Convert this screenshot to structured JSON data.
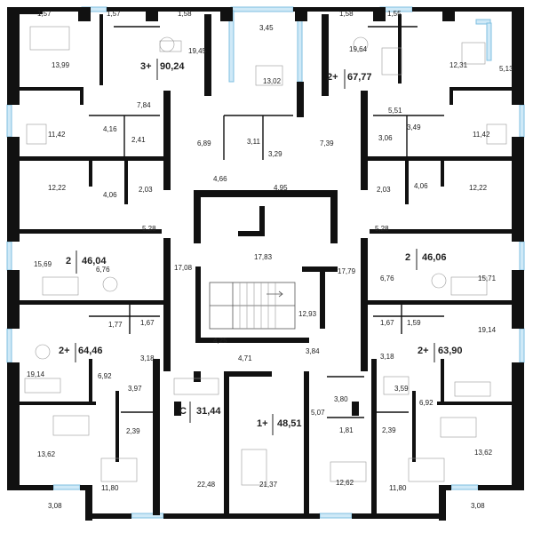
{
  "apartments": [
    {
      "id": "apt-top-left",
      "rooms": "3+",
      "total": "90,24"
    },
    {
      "id": "apt-top-right",
      "rooms": "2+",
      "total": "67,77"
    },
    {
      "id": "apt-mid-left",
      "rooms": "2",
      "total": "46,04"
    },
    {
      "id": "apt-mid-right",
      "rooms": "2",
      "total": "46,06"
    },
    {
      "id": "apt-low-left",
      "rooms": "2+",
      "total": "64,46"
    },
    {
      "id": "apt-low-right",
      "rooms": "2+",
      "total": "63,90"
    },
    {
      "id": "apt-studio",
      "rooms": "С",
      "total": "31,44"
    },
    {
      "id": "apt-one",
      "rooms": "1+",
      "total": "48,51"
    }
  ],
  "room_areas": [
    "1,57",
    "1,57",
    "1,58",
    "3,45",
    "1,58",
    "1,55",
    "13,99",
    "19,45",
    "19,64",
    "12,31",
    "5,13",
    "13,02",
    "7,84",
    "5,51",
    "11,42",
    "4,16",
    "2,41",
    "6,89",
    "3,11",
    "3,29",
    "7,39",
    "3,06",
    "3,49",
    "11,42",
    "12,22",
    "4,06",
    "2,03",
    "4,66",
    "4,95",
    "2,03",
    "4,06",
    "12,22",
    "5,28",
    "5,28",
    "17,08",
    "17,83",
    "17,79",
    "15,69",
    "6,76",
    "6,76",
    "15,71",
    "12,93",
    "1,77",
    "1,67",
    "1,67",
    "1,59",
    "19,14",
    "4,25",
    "4,71",
    "3,84",
    "3,18",
    "3,18",
    "19,14",
    "6,92",
    "3,97",
    "3,80",
    "3,59",
    "5,07",
    "6,92",
    "2,39",
    "1,81",
    "2,39",
    "13,62",
    "22,48",
    "21,37",
    "12,62",
    "11,80",
    "11,80",
    "13,62",
    "3,08",
    "3,08"
  ]
}
